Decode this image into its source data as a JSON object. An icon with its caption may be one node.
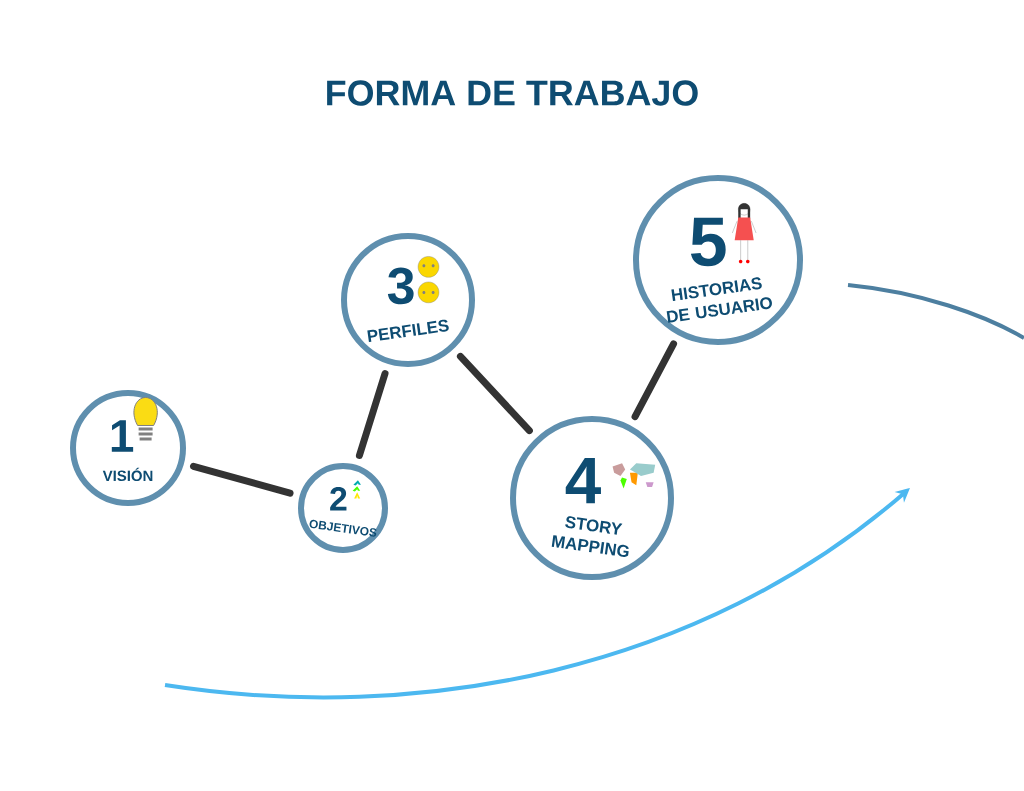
{
  "diagram": {
    "title": "FORMA DE TRABAJO",
    "nodes": [
      {
        "text": [
          "1",
          "VISIÓN"
        ]
      },
      {
        "text": [
          "2",
          "OBJETIVOS"
        ]
      },
      {
        "text": [
          "3",
          "PERFILES"
        ]
      },
      {
        "text": [
          "4",
          "STORY MAPPING"
        ]
      },
      {
        "text": [
          "5",
          "HISTORIAS DE USUARIO"
        ]
      }
    ],
    "edges": [
      {
        "from": 0,
        "to": 1,
        "arrow": "none"
      },
      {
        "from": 1,
        "to": 2,
        "arrow": "none"
      },
      {
        "from": 2,
        "to": 3,
        "arrow": "none"
      },
      {
        "from": 3,
        "to": 4,
        "arrow": "none"
      }
    ]
  }
}
